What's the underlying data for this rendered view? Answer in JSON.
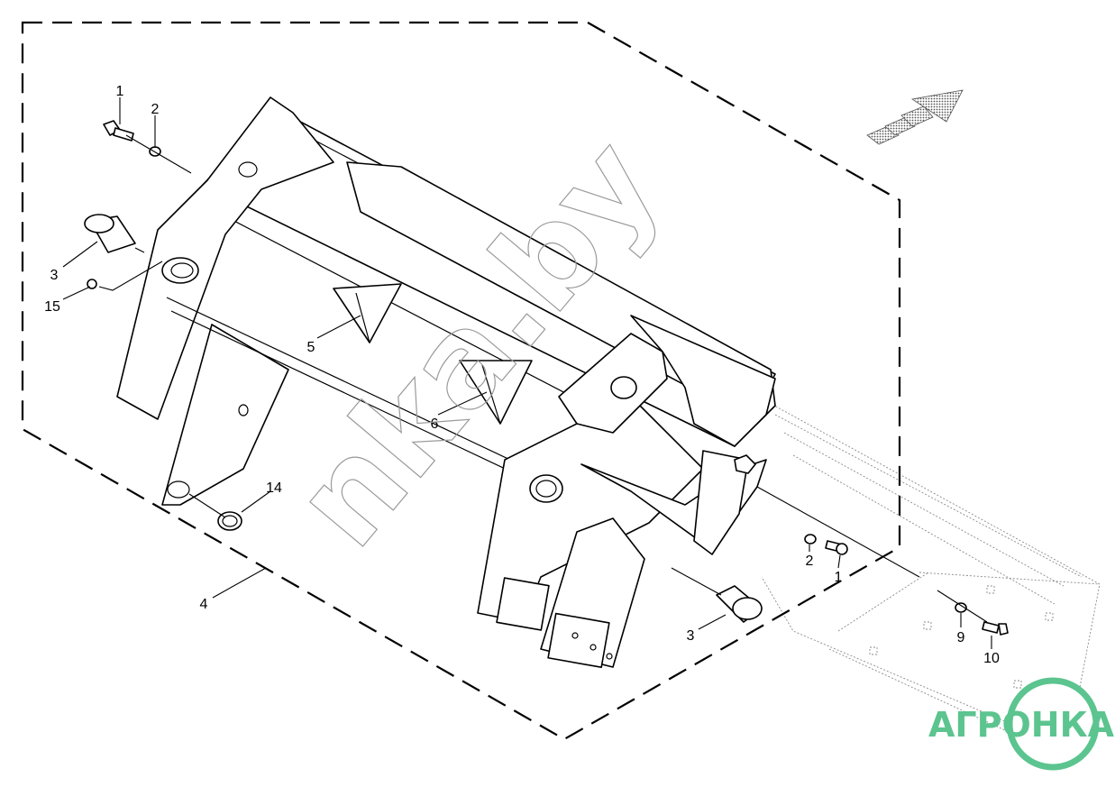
{
  "diagram": {
    "part_labels": [
      "1",
      "2",
      "3",
      "15",
      "5",
      "6",
      "14",
      "4",
      "2",
      "1",
      "3",
      "9",
      "10"
    ],
    "watermark_text": "nka.by",
    "logo_text": "АГРОНКА",
    "colors": {
      "line": "#000000",
      "dashed_boundary": "#000000",
      "watermark": "#9a9a9a",
      "logo_green": "#5cc48f",
      "direction_arrow": "#8a8a8a"
    }
  }
}
